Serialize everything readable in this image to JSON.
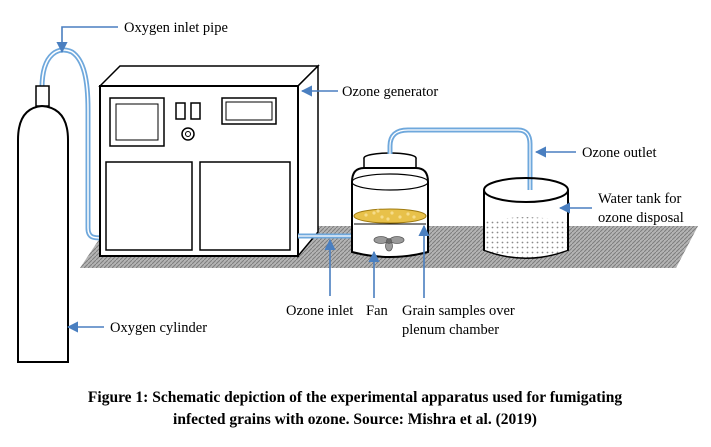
{
  "labels": {
    "oxygen_inlet_pipe": "Oxygen inlet pipe",
    "ozone_generator": "Ozone generator",
    "ozone_outlet": "Ozone outlet",
    "water_tank_line1": "Water tank for",
    "water_tank_line2": "ozone disposal",
    "ozone_inlet": "Ozone inlet",
    "fan": "Fan",
    "grain_line1": "Grain samples over",
    "grain_line2": "plenum chamber",
    "oxygen_cylinder": "Oxygen cylinder"
  },
  "caption": {
    "line1": "Figure 1: Schematic depiction of the experimental apparatus used for fumigating",
    "line2": "infected grains with ozone. Source: Mishra et al. (2019)"
  },
  "colors": {
    "pipe": "#6fa8dc",
    "arrow": "#4a7fc0",
    "outline": "#000000",
    "table": "#a0a0a0",
    "grain": "#e8c14a"
  }
}
